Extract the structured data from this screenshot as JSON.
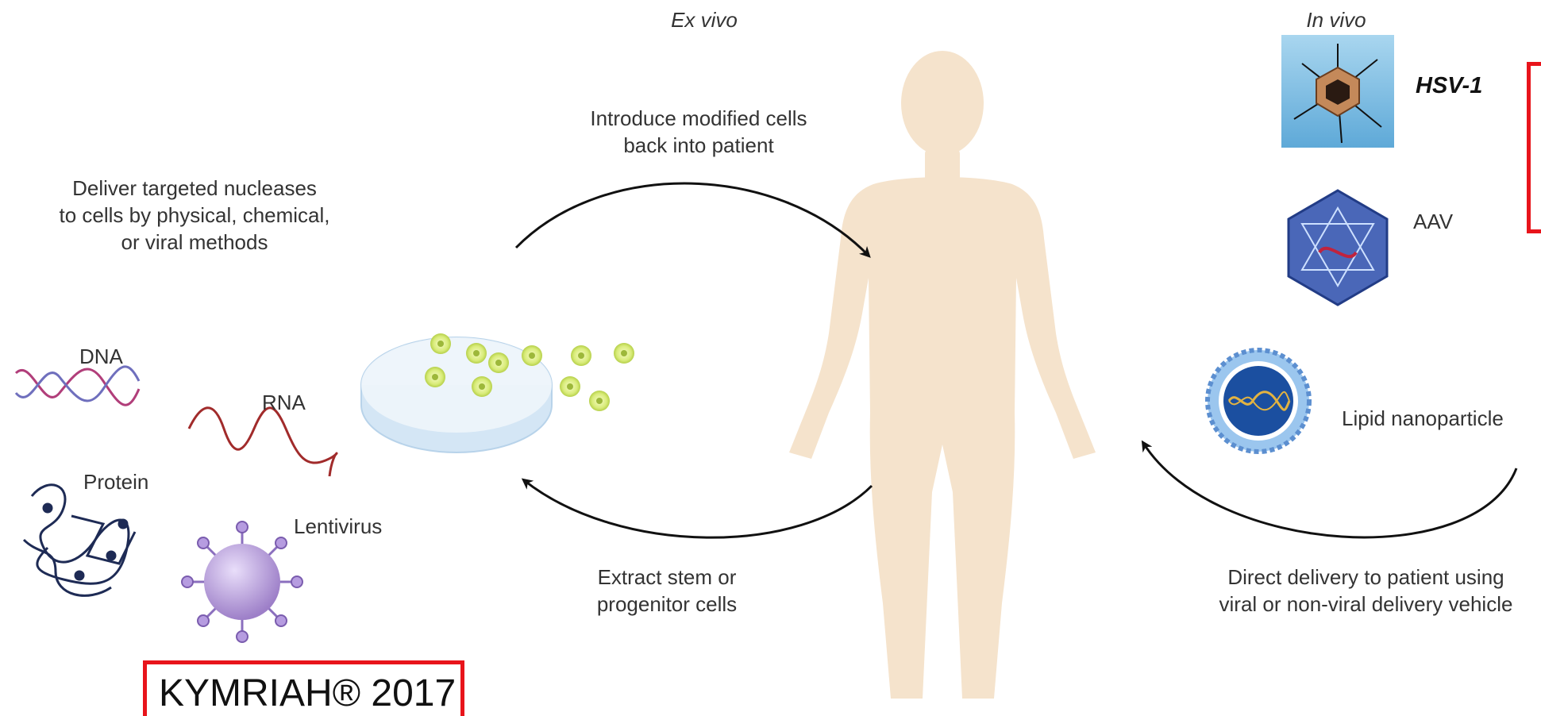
{
  "ex_vivo_title": "Ex vivo",
  "in_vivo_title": "In vivo",
  "deliver_text": [
    "Deliver targeted nucleases",
    "to cells by physical, chemical,",
    "or viral methods"
  ],
  "introduce_text": [
    "Introduce modified cells",
    "back into patient"
  ],
  "extract_text": [
    "Extract stem or",
    "progenitor cells"
  ],
  "direct_text": [
    "Direct delivery to patient using",
    "viral or non-viral delivery vehicle"
  ],
  "molecules": {
    "dna": "DNA",
    "rna": "RNA",
    "protein": "Protein",
    "lentivirus": "Lentivirus"
  },
  "vectors": {
    "hsv": "HSV-1",
    "aav": "AAV",
    "lnp": "Lipid nanoparticle"
  },
  "approval": "KYMRIAH® 2017",
  "colors": {
    "highlight_red": "#e8141b",
    "body_skin": "#f5e3cc",
    "cell_green": "#c8e04a",
    "dish_blue": "#cfe3f2",
    "lentivirus_purple": "#a98fd0",
    "lnp_blue": "#1b4fa0",
    "aav_blue": "#3a55a8"
  }
}
